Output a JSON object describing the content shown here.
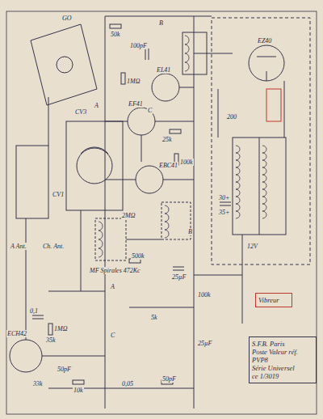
{
  "diagram": {
    "nodes": [
      {
        "text": [
          "S.F.B. Paris",
          "Poste Valeur réf. PVP8",
          "Série Universel",
          "ce 1/3019"
        ]
      },
      {
        "text": [
          "Vibreur"
        ]
      }
    ],
    "labels": [
      "ECH42",
      "EF41",
      "EBC41",
      "EL41",
      "EZ40",
      "GO",
      "A Ant.",
      "Ch. Ant.",
      "CV1",
      "CV3",
      "MF Spirales 472Kc",
      "1MΩ",
      "50k",
      "25k",
      "100k",
      "2MΩ",
      "500k",
      "35k",
      "10k",
      "50pF",
      "100pF",
      "25µF",
      "0,1",
      "30+",
      "35+",
      "5k",
      "0,05",
      "200",
      "A",
      "B",
      "C",
      "B",
      "A",
      "C",
      "33k",
      "1MΩ",
      "50pF",
      "100k",
      "25µF",
      "12V"
    ]
  }
}
